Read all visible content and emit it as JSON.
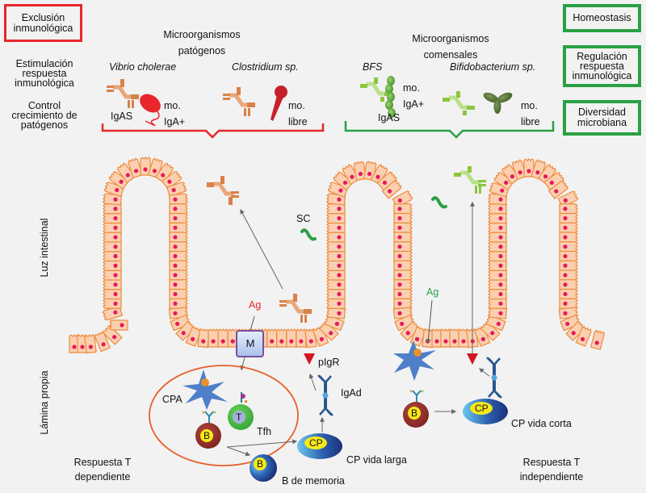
{
  "left_labels": {
    "exclusion": [
      "Exclusión",
      "inmunológica"
    ],
    "stimulation": [
      "Estimulación",
      "respuesta",
      "inmunológica"
    ],
    "control": [
      "Control",
      "crecimiento de",
      "patógenos"
    ]
  },
  "right_boxes": {
    "homeostasis": [
      "Homeostasis"
    ],
    "regulation": [
      "Regulación",
      "respuesta",
      "inmunológica"
    ],
    "diversity": [
      "Diversidad",
      "microbiana"
    ]
  },
  "pathogens": {
    "title": [
      "Microorganismos",
      "patógenos"
    ],
    "species_1": "Vibrio cholerae",
    "species_2": "Clostridium sp.",
    "igas_label": "IgAS",
    "bound_label": [
      "mo.",
      "IgA+"
    ],
    "free_label": [
      "mo.",
      "libre"
    ]
  },
  "commensals": {
    "title": [
      "Microorganismos",
      "comensales"
    ],
    "species_1": "BFS",
    "species_2": "Bifidobacterium sp.",
    "igas_label": "IgAS",
    "bound_label": [
      "mo.",
      "IgA+"
    ],
    "free_label": [
      "mo.",
      "libre"
    ]
  },
  "regions": {
    "lumen": "Luz intestinal",
    "lamina": "Lámina propia"
  },
  "lumen_labels": {
    "sc": "SC",
    "ag_left": "Ag",
    "ag_right": "Ag"
  },
  "lamina_labels": {
    "m_cell": "M",
    "pigr": "pIgR",
    "igad": "IgAd",
    "cpa": "CPA",
    "t_cell": "T",
    "tfh": "Tfh",
    "b_cell": "B",
    "b_cell_right": "B",
    "b_memory_cell": "B",
    "b_memory": "B de memoria",
    "cp_long_cell": "CP",
    "cp_long": "CP vida larga",
    "cp_short_cell": "CP",
    "cp_short": "CP vida corta",
    "t_dependent": [
      "Respuesta T",
      "dependiente"
    ],
    "t_independent": [
      "Respuesta T",
      "independiente"
    ]
  },
  "colors": {
    "pathogen_red": "#e8262b",
    "commensal_green": "#2aa043",
    "epithelium_fill": "#fbd0b0",
    "epithelium_stroke": "#ee8a3c",
    "nucleus": "#e8195a",
    "igas_orange": "#d9814a",
    "igas_green": "#8cc63f",
    "b_cell_brown": "#9b2f2a",
    "t_cell_green": "#4cbb47",
    "cpa_blue": "#4f7fc9",
    "plasma_blue": "#2a57a8",
    "m_cell_purple": "#7a4fa0",
    "pigr_red": "#d2161d",
    "ellipse_orange": "#e8602a"
  }
}
